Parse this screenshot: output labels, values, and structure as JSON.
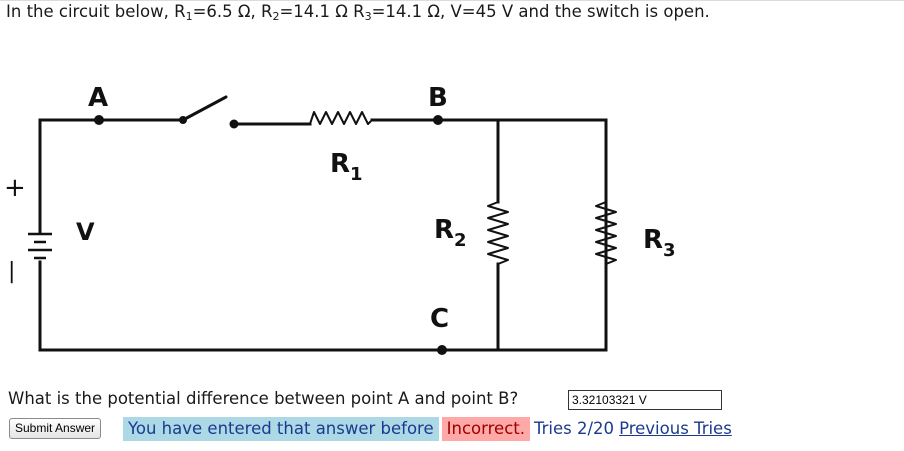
{
  "problem": {
    "prefix": "In the circuit below, ",
    "r1_name": "R",
    "r1_sub": "1",
    "r1_value": "=6.5 Ω, ",
    "r2_name": "R",
    "r2_sub": "2",
    "r2_value": "=14.1 Ω ",
    "r3_name": "R",
    "r3_sub": "3",
    "r3_value": "=14.1 Ω, ",
    "suffix": "V=45 V and the switch is open."
  },
  "circuit": {
    "point_a": "A",
    "point_b": "B",
    "point_c": "C",
    "source_label": "V",
    "plus_sign": "+",
    "minus_sign": "−",
    "r1_letter": "R",
    "r1_sub": "1",
    "r2_letter": "R",
    "r2_sub": "2",
    "r3_letter": "R",
    "r3_sub": "3"
  },
  "question": {
    "text": "What is the potential difference between point A and point B?",
    "answer_value": "3.32103321 V"
  },
  "submit": {
    "label": "Submit Answer"
  },
  "status": {
    "entered": "You have entered that answer before",
    "incorrect": "Incorrect.",
    "tries": "Tries 2/20",
    "previous_tries": "Previous Tries"
  },
  "colors": {
    "entered_bg": "#add8e6",
    "incorrect_bg": "#ffa8a8",
    "link_blue": "#1b3a8f"
  }
}
